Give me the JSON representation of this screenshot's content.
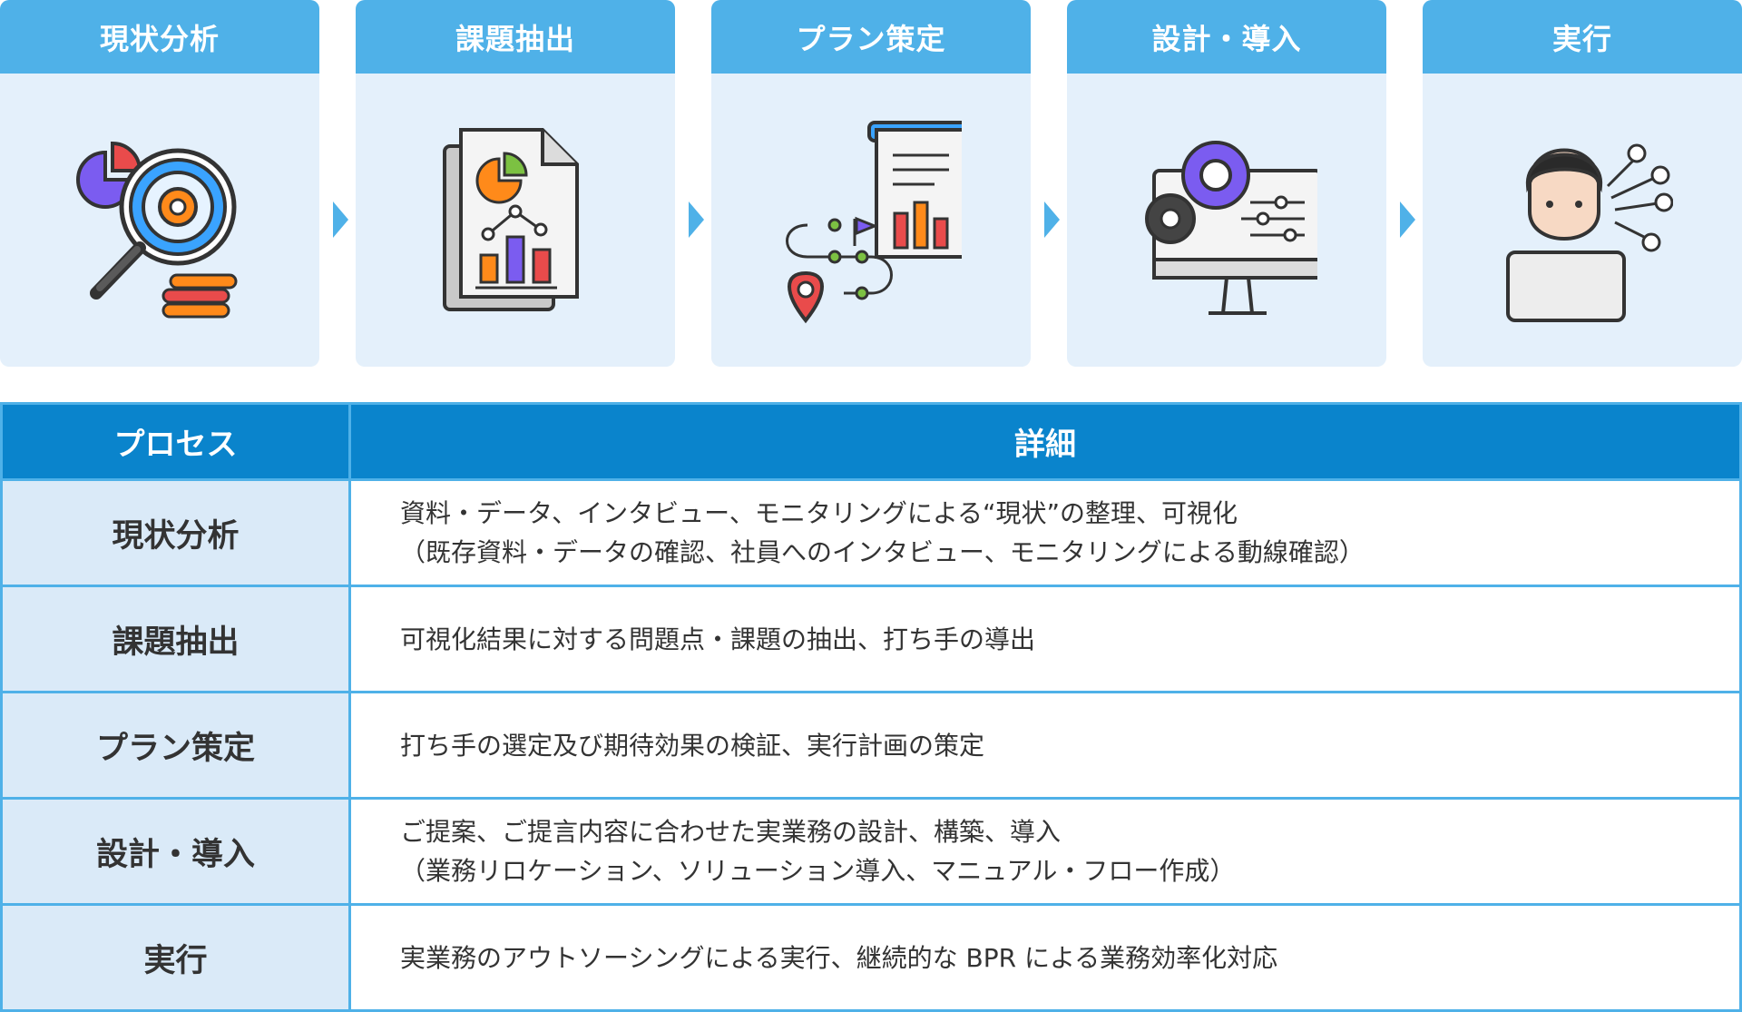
{
  "colors": {
    "step_header": "#4fb1e8",
    "step_body": "#e4f0fb",
    "table_header": "#0a84cc",
    "table_border": "#4fb1e8",
    "process_cell": "#daeaf8",
    "text": "#333333"
  },
  "steps": [
    {
      "label": "現状分析",
      "icon": "magnifier-chart-icon"
    },
    {
      "label": "課題抽出",
      "icon": "report-document-icon"
    },
    {
      "label": "プラン策定",
      "icon": "roadmap-plan-icon"
    },
    {
      "label": "設計・導入",
      "icon": "monitor-gears-icon"
    },
    {
      "label": "実行",
      "icon": "person-laptop-icon"
    }
  ],
  "table": {
    "headers": {
      "process": "プロセス",
      "detail": "詳細"
    },
    "rows": [
      {
        "process": "現状分析",
        "line1": "資料・データ、インタビュー、モニタリングによる“現状”の整理、可視化",
        "line2": "（既存資料・データの確認、社員へのインタビュー、モニタリングによる動線確認）"
      },
      {
        "process": "課題抽出",
        "line1": "可視化結果に対する問題点・課題の抽出、打ち手の導出"
      },
      {
        "process": "プラン策定",
        "line1": "打ち手の選定及び期待効果の検証、実行計画の策定"
      },
      {
        "process": "設計・導入",
        "line1": "ご提案、ご提言内容に合わせた実業務の設計、構築、導入",
        "line2": "（業務リロケーション、ソリューション導入、マニュアル・フロー作成）"
      },
      {
        "process": "実行",
        "line1": "実業務のアウトソーシングによる実行、継続的な BPR による業務効率化対応"
      }
    ]
  }
}
